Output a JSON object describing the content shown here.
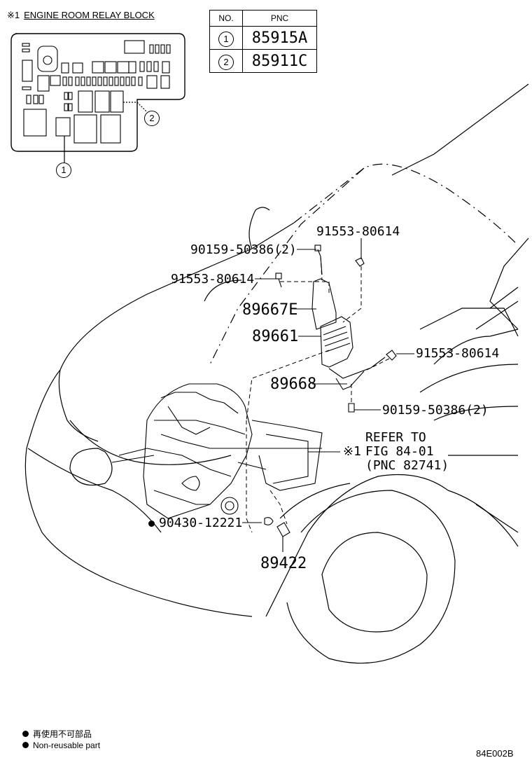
{
  "relay_block": {
    "mark": "※1",
    "title": "ENGINE ROOM RELAY BLOCK"
  },
  "pnc_table": {
    "headers": [
      "NO.",
      "PNC"
    ],
    "rows": [
      {
        "no": "1",
        "pnc": "85915A"
      },
      {
        "no": "2",
        "pnc": "85911C"
      }
    ]
  },
  "callouts": [
    "1",
    "2"
  ],
  "part_labels": {
    "p1": "90159-50386(2)",
    "p2": "91553-80614",
    "p3": "91553-80614",
    "p4": "89667E",
    "p5": "89661",
    "p6": "91553-80614",
    "p7": "89668",
    "p8": "90159-50386(2)",
    "p9": "90430-12221",
    "p10": "89422"
  },
  "refer": {
    "line1": "REFER TO",
    "mark": "※1",
    "line2": "FIG 84-01",
    "line3": "(PNC 82741)"
  },
  "legend": {
    "line1": "再使用不可部品",
    "line2": "Non-reusable part"
  },
  "figure_code": "84E002B"
}
